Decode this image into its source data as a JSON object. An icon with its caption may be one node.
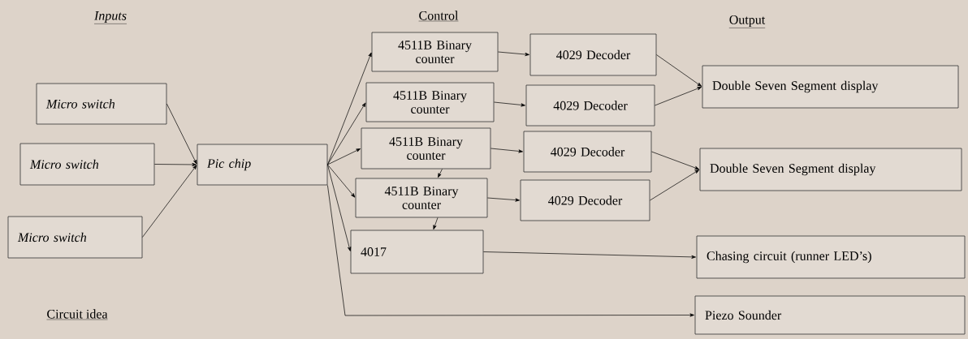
{
  "diagram": {
    "nodes": [
      {
        "text": [
          "Micro switch"
        ]
      },
      {
        "text": [
          "Micro switch"
        ]
      },
      {
        "text": [
          "Micro switch"
        ]
      },
      {
        "text": [
          "Pic chip"
        ]
      },
      {
        "text": [
          "4511B Binary counter"
        ]
      },
      {
        "text": [
          "4029 Decoder"
        ]
      },
      {
        "text": [
          "4511B Binary counter"
        ]
      },
      {
        "text": [
          "4029 Decoder"
        ]
      },
      {
        "text": [
          "4511B Binary counter"
        ]
      },
      {
        "text": [
          "4029 Decoder"
        ]
      },
      {
        "text": [
          "4511B Binary counter"
        ]
      },
      {
        "text": [
          "4029 Decoder"
        ]
      },
      {
        "text": [
          "4017"
        ]
      },
      {
        "text": [
          "Double Seven Segment display"
        ]
      },
      {
        "text": [
          "Double Seven Segment display"
        ]
      },
      {
        "text": [
          "Chasing circuit (runner LED’s)"
        ]
      },
      {
        "text": [
          "Piezo Sounder"
        ]
      }
    ],
    "edges": [
      {
        "from": 0,
        "to": 3,
        "arrow": "to"
      },
      {
        "from": 1,
        "to": 3,
        "arrow": "to"
      },
      {
        "from": 2,
        "to": 3,
        "arrow": "to"
      },
      {
        "from": 3,
        "to": 4,
        "arrow": "to"
      },
      {
        "from": 3,
        "to": 6,
        "arrow": "to"
      },
      {
        "from": 3,
        "to": 8,
        "arrow": "to"
      },
      {
        "from": 3,
        "to": 10,
        "arrow": "to"
      },
      {
        "from": 3,
        "to": 12,
        "arrow": "to"
      },
      {
        "from": 3,
        "to": 16,
        "arrow": "to"
      },
      {
        "from": 4,
        "to": 5,
        "arrow": "to"
      },
      {
        "from": 6,
        "to": 7,
        "arrow": "to"
      },
      {
        "from": 8,
        "to": 9,
        "arrow": "to"
      },
      {
        "from": 10,
        "to": 11,
        "arrow": "to"
      },
      {
        "from": 8,
        "to": 10,
        "arrow": "to"
      },
      {
        "from": 10,
        "to": 12,
        "arrow": "to"
      },
      {
        "from": 5,
        "to": 13,
        "arrow": "to"
      },
      {
        "from": 7,
        "to": 13,
        "arrow": "to"
      },
      {
        "from": 9,
        "to": 14,
        "arrow": "to"
      },
      {
        "from": 11,
        "to": 14,
        "arrow": "to"
      },
      {
        "from": 12,
        "to": 15,
        "arrow": "to"
      }
    ],
    "labels": [
      "Inputs",
      "Control",
      "Output",
      "Circuit idea"
    ]
  }
}
